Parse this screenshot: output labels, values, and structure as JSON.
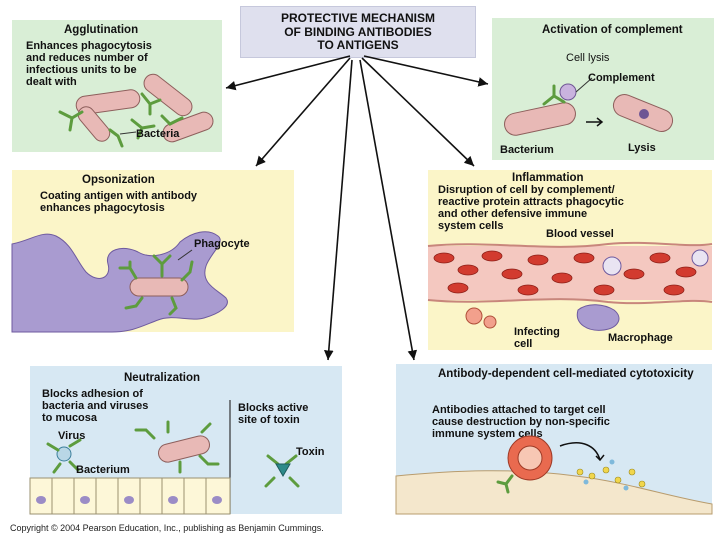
{
  "center": {
    "title": "PROTECTIVE MECHANISM\nOF BINDING ANTIBODIES\nTO ANTIGENS"
  },
  "panels": {
    "agglutination": {
      "title": "Agglutination",
      "text": "Enhances phagocytosis\nand reduces number of\ninfectious units to be\ndealt with",
      "labels": {
        "bacteria": "Bacteria"
      }
    },
    "complement": {
      "title": "Activation of\ncomplement",
      "text": "Cell lysis",
      "labels": {
        "complement": "Complement",
        "bacterium": "Bacterium",
        "lysis": "Lysis"
      }
    },
    "opsonization": {
      "title": "Opsonization",
      "text": "Coating antigen with antibody\nenhances phagocytosis",
      "labels": {
        "phagocyte": "Phagocyte"
      }
    },
    "inflammation": {
      "title": "Inflammation",
      "text": "Disruption of cell by complement/\nreactive protein attracts phagocytic\nand other defensive immune\nsystem cells",
      "labels": {
        "blood_vessel": "Blood vessel",
        "infecting_cell": "Infecting\ncell",
        "macrophage": "Macrophage"
      }
    },
    "neutralization": {
      "title": "Neutralization",
      "text_left": "Blocks adhesion of\nbacteria and viruses\nto mucosa",
      "text_right": "Blocks active\nsite of toxin",
      "labels": {
        "virus": "Virus",
        "bacterium": "Bacterium",
        "toxin": "Toxin"
      }
    },
    "adcc": {
      "title": "Antibody-dependent\ncell-mediated cytotoxicity",
      "text": "Antibodies attached to target cell\ncause destruction by non-specific\nimmune system cells"
    }
  },
  "copyright": "Copyright © 2004 Pearson Education, Inc., publishing as Benjamin Cummings.",
  "colors": {
    "panel_green": "#d9eed6",
    "panel_yellow": "#fbf5c8",
    "panel_blue": "#d7e8f3",
    "center_box": "#dfe0ee",
    "bacteria": "#e8b9b6",
    "antibody": "#5d9c3e",
    "phagocyte": "#a99bd0",
    "blood_cell": "#d23b2f"
  }
}
